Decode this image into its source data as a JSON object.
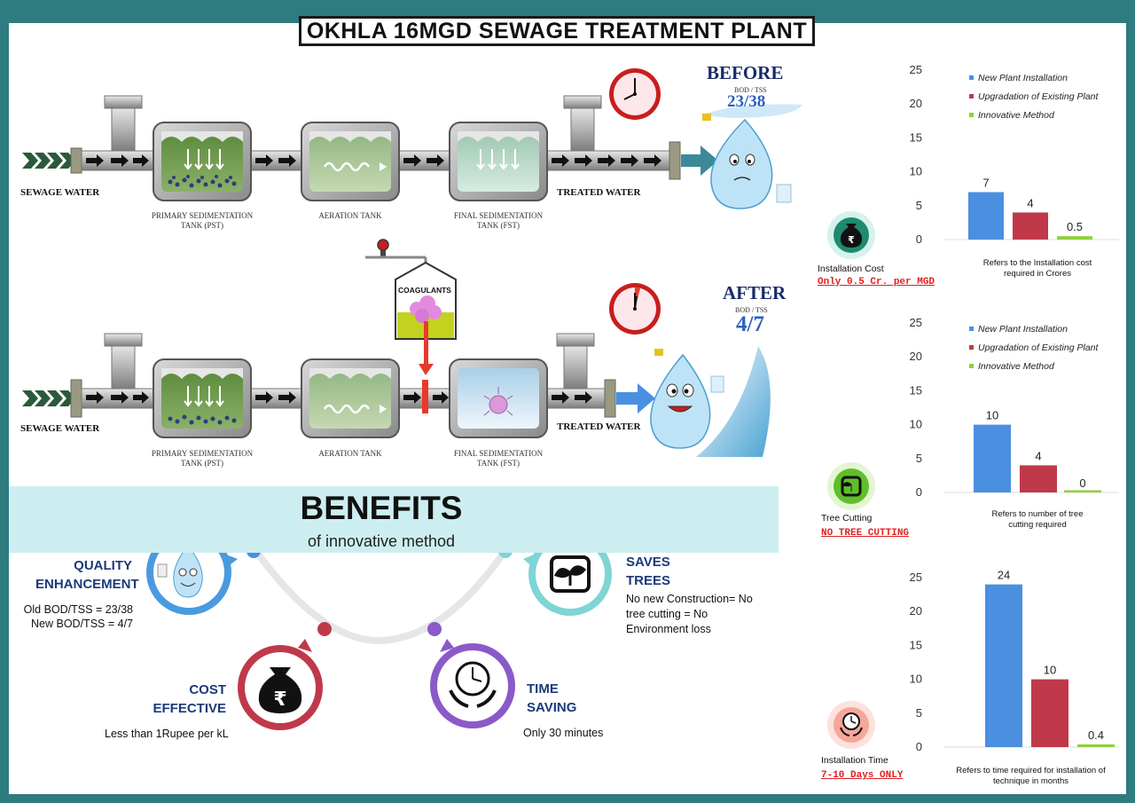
{
  "title": "OKHLA 16MGD SEWAGE TREATMENT PLANT",
  "process": {
    "sewage_label": "SEWAGE WATER",
    "treated_label": "TREATED WATER",
    "pst_label_1": "PRIMARY SEDIMENTATION",
    "pst_label_2": "TANK (PST)",
    "aeration_label": "AERATION TANK",
    "fst_label_1": "FINAL SEDIMENTATION",
    "fst_label_2": "TANK (FST)",
    "coagulants_label": "COAGULANTS"
  },
  "before": {
    "title": "BEFORE",
    "sub": "BOD / TSS",
    "value": "23/38"
  },
  "after": {
    "title": "AFTER",
    "sub": "BOD / TSS",
    "value": "4/7"
  },
  "benefits": {
    "title": "BENEFITS",
    "subtitle": "of innovative method",
    "quality": {
      "head_1": "QUALITY",
      "head_2": "ENHANCEMENT",
      "line_1": "Old BOD/TSS = 23/38",
      "line_2": "New BOD/TSS = 4/7"
    },
    "trees": {
      "head_1": "SAVES",
      "head_2": "TREES",
      "line_1": "No new Construction= No",
      "line_2": "tree cutting =  No",
      "line_3": "Environment loss"
    },
    "cost": {
      "head_1": "COST",
      "head_2": "EFFECTIVE",
      "line_1": "Less than 1Rupee per kL"
    },
    "time": {
      "head_1": "TIME",
      "head_2": "SAVING",
      "line_1": "Only 30 minutes"
    }
  },
  "side": {
    "installation_cost": {
      "label": "Installation Cost",
      "highlight": "Only 0.5 Cr. per MGD"
    },
    "tree_cutting": {
      "label": "Tree Cutting",
      "highlight": "NO TREE CUTTING"
    },
    "installation_time": {
      "label": "Installation Time",
      "highlight": "7-10 Days ONLY"
    }
  },
  "colors": {
    "new": "#4a8fe0",
    "upgrade": "#c0394a",
    "innovative": "#8fd13b",
    "frame": "#2e7b80"
  },
  "chart_data": [
    {
      "type": "bar",
      "categories": [
        "New Plant Installation",
        "Upgradation of Existing Plant",
        "Innovative Method"
      ],
      "values": [
        7,
        4,
        0.5
      ],
      "data_labels": [
        "7",
        "4",
        "0.5"
      ],
      "ylim": [
        0,
        25
      ],
      "yticks": [
        "0",
        "5",
        "10",
        "15",
        "20",
        "25"
      ],
      "legend": "top-right",
      "note_1": "Refers to the Installation cost",
      "note_2": "required  in Crores"
    },
    {
      "type": "bar",
      "categories": [
        "New Plant Installation",
        "Upgradation of Existing Plant",
        "Innovative Method"
      ],
      "values": [
        10,
        4,
        0
      ],
      "data_labels": [
        "10",
        "4",
        "0"
      ],
      "ylim": [
        0,
        25
      ],
      "yticks": [
        "0",
        "5",
        "10",
        "15",
        "20",
        "25"
      ],
      "legend": "top-right",
      "note_1": "Refers to number of tree",
      "note_2": "cutting required"
    },
    {
      "type": "bar",
      "categories": [
        "New Plant Installation",
        "Upgradation of Existing Plant",
        "Innovative Method"
      ],
      "values": [
        24,
        10,
        0.4
      ],
      "data_labels": [
        "24",
        "10",
        "0.4"
      ],
      "ylim": [
        0,
        25
      ],
      "yticks": [
        "0",
        "5",
        "10",
        "15",
        "20",
        "25"
      ],
      "legend": "none",
      "note_1": "Refers to time required  for installation of",
      "note_2": "technique in months"
    }
  ]
}
